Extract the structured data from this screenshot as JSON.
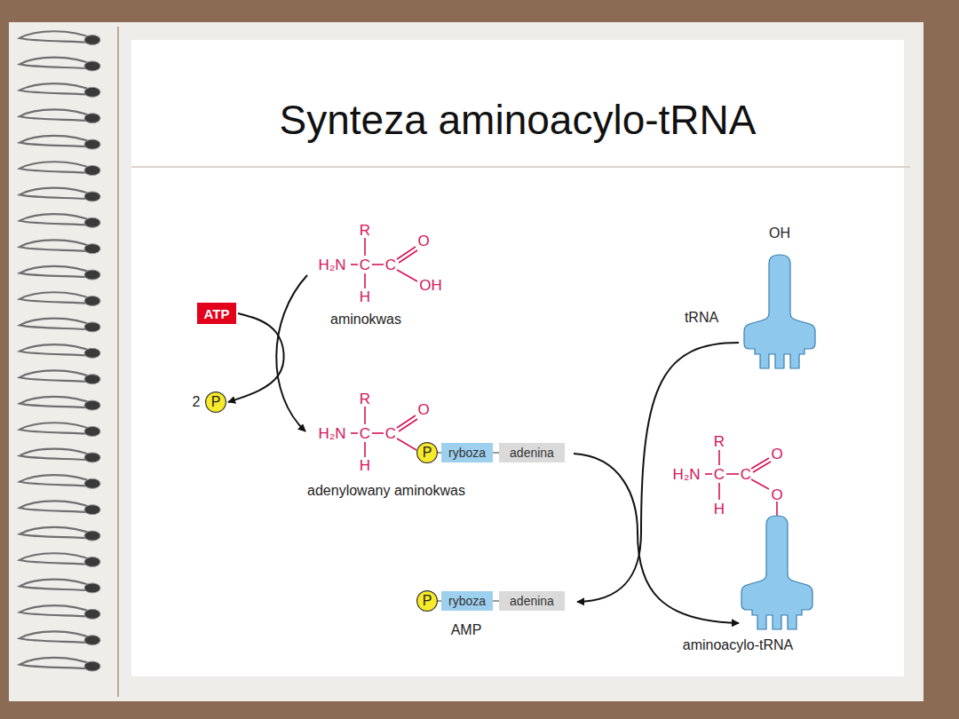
{
  "diagram": {
    "title": "Synteza aminoacylo-tRNA",
    "nodes": [
      {
        "text": [
          "ATP"
        ]
      },
      {
        "text": [
          "P"
        ]
      },
      {
        "text": [
          "P"
        ]
      },
      {
        "text": [
          "ryboza"
        ]
      },
      {
        "text": [
          "adenina"
        ]
      },
      {
        "text": [
          "P"
        ]
      },
      {
        "text": [
          "ryboza"
        ]
      },
      {
        "text": [
          "adenina"
        ]
      }
    ],
    "edges": [
      {
        "from": 0,
        "to": 1,
        "arrow": "to"
      },
      {
        "from": 2,
        "to": 3,
        "arrow": "none"
      },
      {
        "from": 3,
        "to": 4,
        "arrow": "none"
      },
      {
        "from": 5,
        "to": 6,
        "arrow": "none"
      },
      {
        "from": 6,
        "to": 7,
        "arrow": "none"
      }
    ],
    "labels": [
      "R",
      "H₂N",
      "C",
      "C",
      "O",
      "OH",
      "H",
      "aminokwas",
      "2",
      "R",
      "H₂N",
      "C",
      "C",
      "O",
      "H",
      "adenylowany aminokwas",
      "OH",
      "tRNA",
      "R",
      "H₂N",
      "C",
      "C",
      "O",
      "O",
      "H",
      "AMP",
      "aminoacylo-tRNA"
    ]
  }
}
